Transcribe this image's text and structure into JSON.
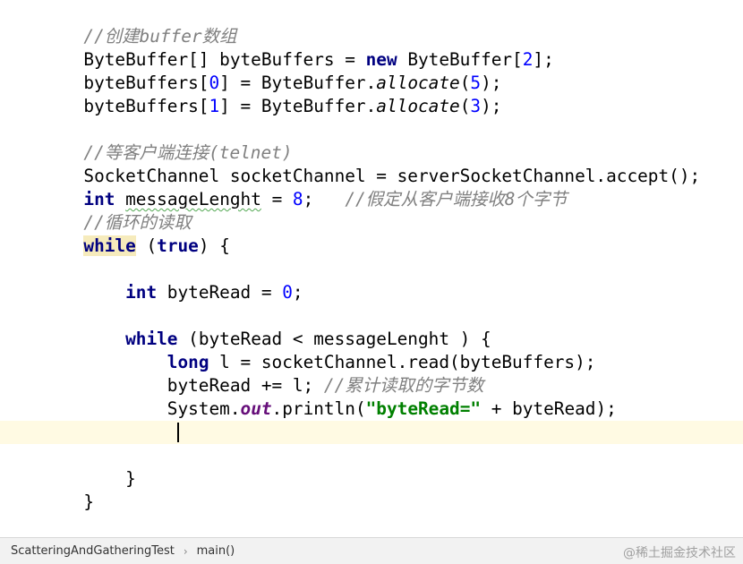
{
  "editor": {
    "lines": [
      [
        {
          "t": "        "
        },
        {
          "t": "//创建buffer数组",
          "c": "cm"
        }
      ],
      [
        {
          "t": "        ByteBuffer[] byteBuffers = "
        },
        {
          "t": "new",
          "c": "kw"
        },
        {
          "t": " ByteBuffer["
        },
        {
          "t": "2",
          "c": "num"
        },
        {
          "t": "];"
        }
      ],
      [
        {
          "t": "        byteBuffers["
        },
        {
          "t": "0",
          "c": "num"
        },
        {
          "t": "] = ByteBuffer."
        },
        {
          "t": "allocate",
          "c": "st"
        },
        {
          "t": "("
        },
        {
          "t": "5",
          "c": "num"
        },
        {
          "t": ");"
        }
      ],
      [
        {
          "t": "        byteBuffers["
        },
        {
          "t": "1",
          "c": "num"
        },
        {
          "t": "] = ByteBuffer."
        },
        {
          "t": "allocate",
          "c": "st"
        },
        {
          "t": "("
        },
        {
          "t": "3",
          "c": "num"
        },
        {
          "t": ");"
        }
      ],
      [],
      [
        {
          "t": "        "
        },
        {
          "t": "//等客户端连接(telnet)",
          "c": "cm"
        }
      ],
      [
        {
          "t": "        SocketChannel socketChannel = serverSocketChannel.accept();"
        }
      ],
      [
        {
          "t": "        "
        },
        {
          "t": "int",
          "c": "kw"
        },
        {
          "t": " "
        },
        {
          "t": "messageLenght",
          "c": "squig"
        },
        {
          "t": " = "
        },
        {
          "t": "8",
          "c": "num"
        },
        {
          "t": ";   "
        },
        {
          "t": "//假定从客户端接收8个字节",
          "c": "cm"
        }
      ],
      [
        {
          "t": "        "
        },
        {
          "t": "//循环的读取",
          "c": "cm"
        }
      ],
      [
        {
          "t": "        "
        },
        {
          "t": "while",
          "c": "kw hl"
        },
        {
          "t": " ("
        },
        {
          "t": "true",
          "c": "kw"
        },
        {
          "t": ") {"
        }
      ],
      [],
      [
        {
          "t": "            "
        },
        {
          "t": "int",
          "c": "kw"
        },
        {
          "t": " byteRead = "
        },
        {
          "t": "0",
          "c": "num"
        },
        {
          "t": ";"
        }
      ],
      [],
      [
        {
          "t": "            "
        },
        {
          "t": "while",
          "c": "kw"
        },
        {
          "t": " (byteRead < messageLenght ) {"
        }
      ],
      [
        {
          "t": "                "
        },
        {
          "t": "long",
          "c": "kw"
        },
        {
          "t": " l = socketChannel.read(byteBuffers);"
        }
      ],
      [
        {
          "t": "                byteRead += l; "
        },
        {
          "t": "//累计读取的字节数",
          "c": "cm"
        }
      ],
      [
        {
          "t": "                System."
        },
        {
          "t": "out",
          "c": "sf"
        },
        {
          "t": ".println("
        },
        {
          "t": "\"byteRead=\"",
          "c": "str"
        },
        {
          "t": " + byteRead);"
        }
      ],
      [],
      [],
      [
        {
          "t": "            }"
        }
      ],
      [
        {
          "t": "        }"
        }
      ]
    ]
  },
  "statusbar": {
    "breadcrumb": [
      "ScatteringAndGatheringTest",
      "main()"
    ],
    "separator": "›"
  },
  "watermark": "@稀土掘金技术社区"
}
